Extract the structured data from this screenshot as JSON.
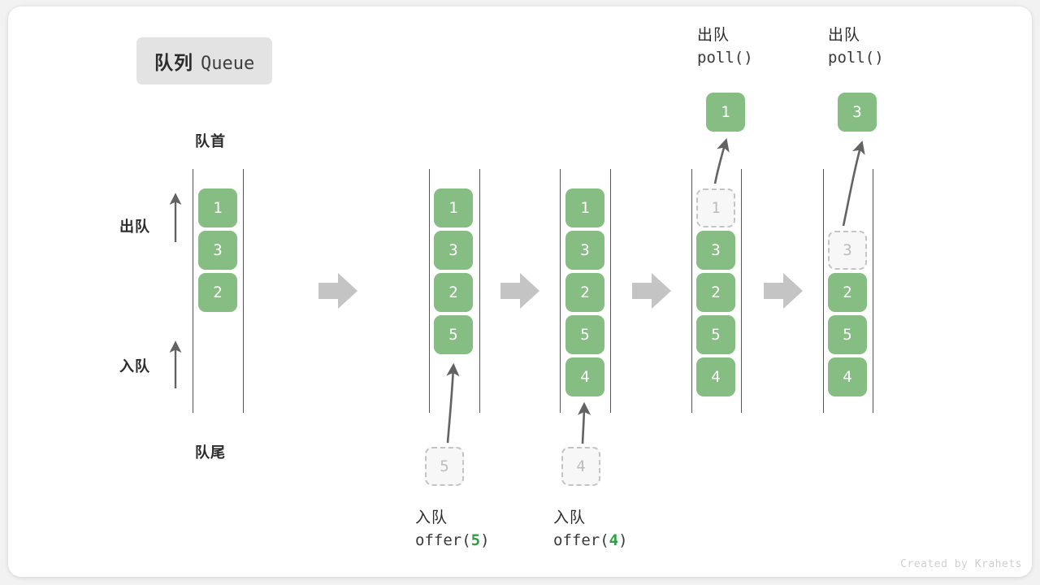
{
  "title": {
    "cn": "队列",
    "en": "Queue"
  },
  "labels": {
    "front": "队首",
    "rear": "队尾",
    "dequeue": "出队",
    "enqueue": "入队"
  },
  "credit": "Created by Krahets",
  "colors": {
    "cell": "#85bd82",
    "ghost_border": "#c4c4c4",
    "ghost_fill": "#f7f7f7",
    "rail": "#555555",
    "step_arrow": "#c4c4c4",
    "accent_number": "#2f9e44",
    "badge_bg": "#e3e3e3"
  },
  "stages": [
    {
      "id": "initial",
      "cells": [
        {
          "value": "1",
          "ghost": false
        },
        {
          "value": "3",
          "ghost": false
        },
        {
          "value": "2",
          "ghost": false
        }
      ]
    },
    {
      "id": "after-offer-5",
      "cells": [
        {
          "value": "1",
          "ghost": false
        },
        {
          "value": "3",
          "ghost": false
        },
        {
          "value": "2",
          "ghost": false
        },
        {
          "value": "5",
          "ghost": false
        }
      ],
      "incoming": {
        "value": "5"
      },
      "caption": {
        "line1": "入队",
        "op": "offer(",
        "value": "5",
        "close": ")"
      }
    },
    {
      "id": "after-offer-4",
      "cells": [
        {
          "value": "1",
          "ghost": false
        },
        {
          "value": "3",
          "ghost": false
        },
        {
          "value": "2",
          "ghost": false
        },
        {
          "value": "5",
          "ghost": false
        },
        {
          "value": "4",
          "ghost": false
        }
      ],
      "incoming": {
        "value": "4"
      },
      "caption": {
        "line1": "入队",
        "op": "offer(",
        "value": "4",
        "close": ")"
      }
    },
    {
      "id": "after-poll-1",
      "cells": [
        {
          "value": "1",
          "ghost": true
        },
        {
          "value": "3",
          "ghost": false
        },
        {
          "value": "2",
          "ghost": false
        },
        {
          "value": "5",
          "ghost": false
        },
        {
          "value": "4",
          "ghost": false
        }
      ],
      "popped": {
        "value": "1"
      },
      "caption": {
        "line1": "出队",
        "line2": "poll()"
      }
    },
    {
      "id": "after-poll-3",
      "cells": [
        {
          "value": "3",
          "ghost": true
        },
        {
          "value": "2",
          "ghost": false
        },
        {
          "value": "5",
          "ghost": false
        },
        {
          "value": "4",
          "ghost": false
        }
      ],
      "popped": {
        "value": "3"
      },
      "caption": {
        "line1": "出队",
        "line2": "poll()"
      }
    }
  ]
}
